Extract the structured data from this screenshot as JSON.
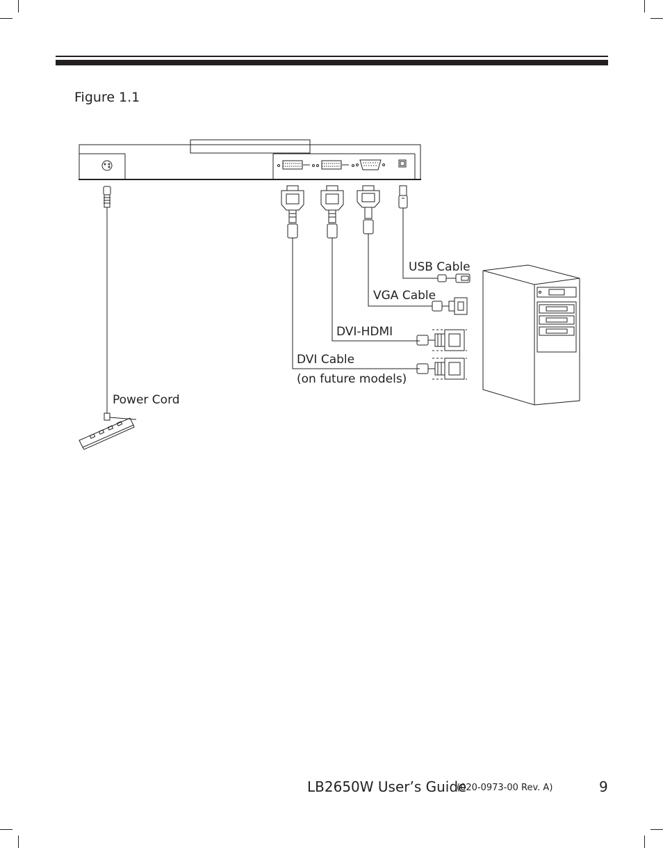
{
  "figure": {
    "title": "Figure 1.1",
    "labels": {
      "usb": "USB Cable",
      "vga": "VGA Cable",
      "dvi_hdmi": "DVI-HDMI",
      "dvi": "DVI Cable",
      "dvi_note": "(on future models)",
      "power": "Power Cord"
    }
  },
  "footer": {
    "title": "LB2650W User’s Guide",
    "revision": "(020-0973-00 Rev. A)",
    "page_number": "9"
  },
  "colors": {
    "ink": "#231f20",
    "paper": "#ffffff"
  }
}
